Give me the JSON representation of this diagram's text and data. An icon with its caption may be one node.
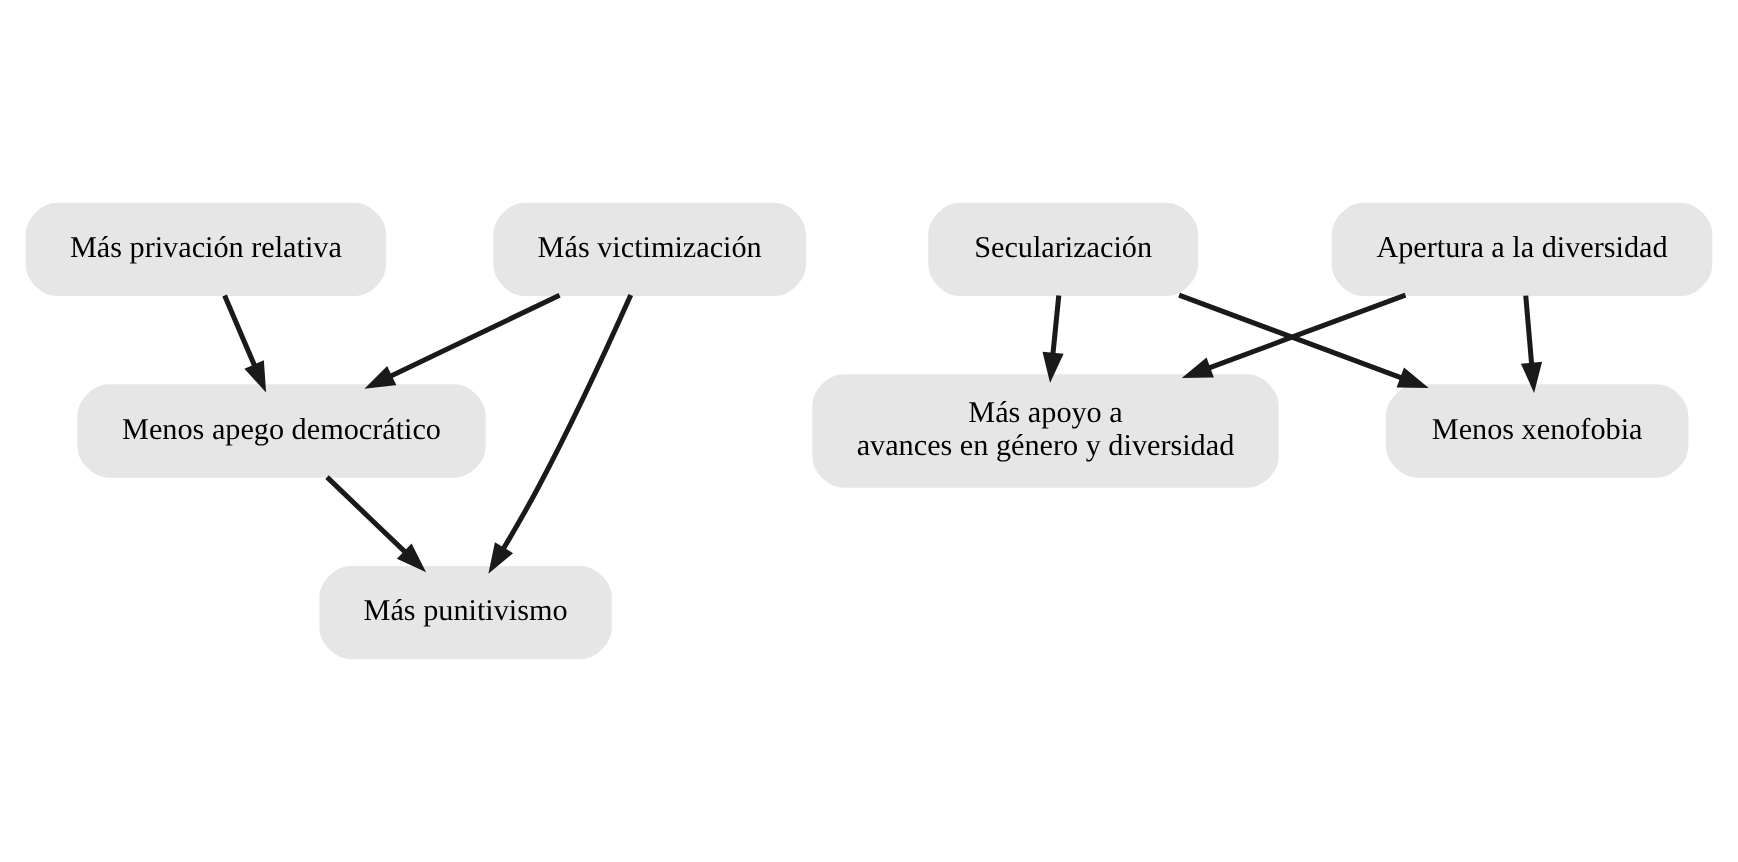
{
  "diagram": {
    "nodes": [
      {
        "text": [
          "Más privación relativa"
        ]
      },
      {
        "text": [
          "Menos apego democrático"
        ]
      },
      {
        "text": [
          "Más punitivismo"
        ]
      },
      {
        "text": [
          "Más victimización"
        ]
      },
      {
        "text": [
          "Más apoyo a avances en género y diversidad"
        ]
      },
      {
        "text": [
          "Menos xenofobia"
        ]
      },
      {
        "text": [
          "Secularización"
        ]
      },
      {
        "text": [
          "Apertura a la diversidad"
        ]
      }
    ],
    "edges": [
      {
        "from": 0,
        "to": 1,
        "arrow": "to"
      },
      {
        "from": 1,
        "to": 2,
        "arrow": "to"
      },
      {
        "from": 3,
        "to": 2,
        "arrow": "to"
      },
      {
        "from": 3,
        "to": 1,
        "arrow": "to"
      },
      {
        "from": 6,
        "to": 4,
        "arrow": "to"
      },
      {
        "from": 6,
        "to": 5,
        "arrow": "to"
      },
      {
        "from": 7,
        "to": 4,
        "arrow": "to"
      },
      {
        "from": 7,
        "to": 5,
        "arrow": "to"
      }
    ]
  }
}
